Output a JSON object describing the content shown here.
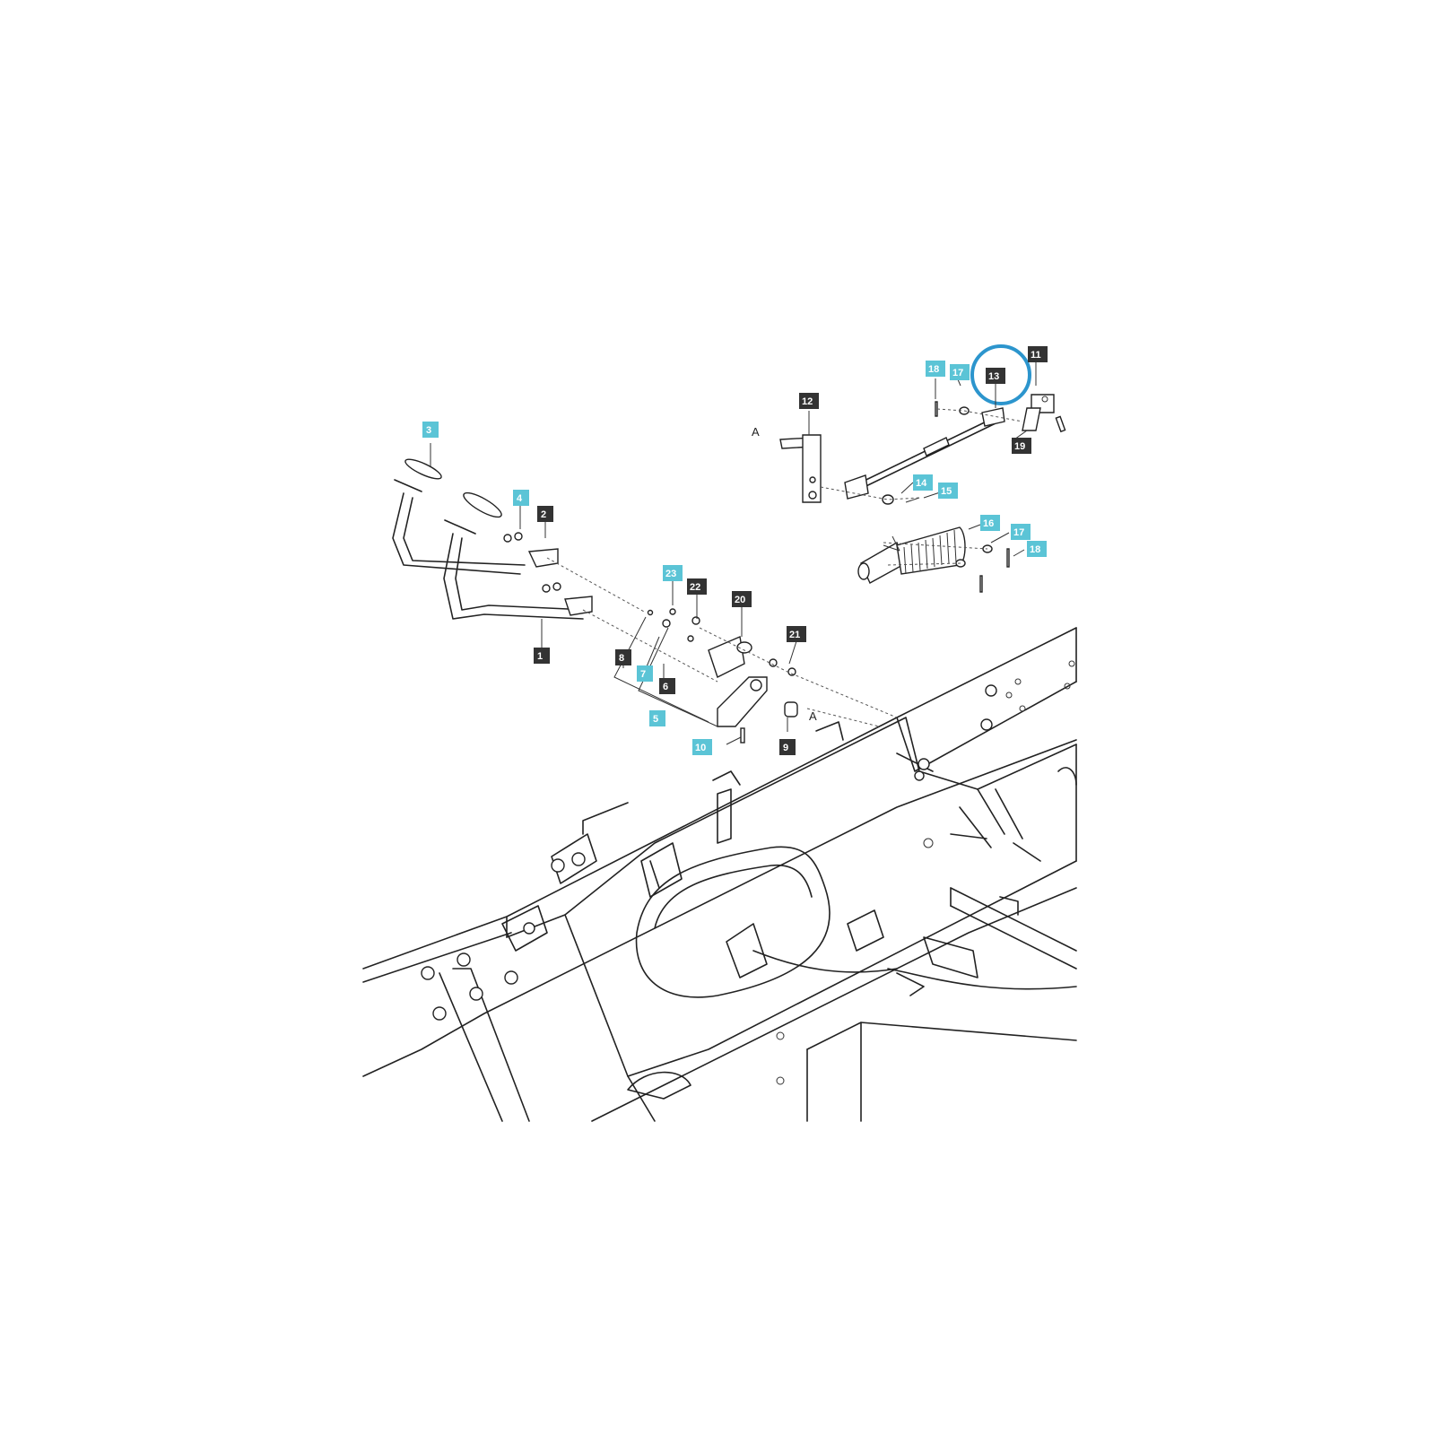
{
  "colors": {
    "callout_dark": "#333333",
    "callout_blue": "#5bc4d6",
    "highlight_ring": "#2c95cd",
    "line": "#222222"
  },
  "highlighted_part": "13",
  "callouts": [
    {
      "id": "c1",
      "label": "1",
      "style": "dark"
    },
    {
      "id": "c2",
      "label": "2",
      "style": "dark"
    },
    {
      "id": "c3",
      "label": "3",
      "style": "blue"
    },
    {
      "id": "c4",
      "label": "4",
      "style": "blue"
    },
    {
      "id": "c5",
      "label": "5",
      "style": "blue"
    },
    {
      "id": "c6",
      "label": "6",
      "style": "dark"
    },
    {
      "id": "c7",
      "label": "7",
      "style": "blue"
    },
    {
      "id": "c8",
      "label": "8",
      "style": "dark"
    },
    {
      "id": "c9",
      "label": "9",
      "style": "dark"
    },
    {
      "id": "c10",
      "label": "10",
      "style": "blue"
    },
    {
      "id": "c11",
      "label": "11",
      "style": "dark"
    },
    {
      "id": "c12",
      "label": "12",
      "style": "dark"
    },
    {
      "id": "c13",
      "label": "13",
      "style": "dark"
    },
    {
      "id": "c14",
      "label": "14",
      "style": "blue"
    },
    {
      "id": "c15",
      "label": "15",
      "style": "blue"
    },
    {
      "id": "c16",
      "label": "16",
      "style": "blue"
    },
    {
      "id": "c17a",
      "label": "17",
      "style": "blue"
    },
    {
      "id": "c17b",
      "label": "17",
      "style": "blue"
    },
    {
      "id": "c18a",
      "label": "18",
      "style": "blue"
    },
    {
      "id": "c18b",
      "label": "18",
      "style": "blue"
    },
    {
      "id": "c19",
      "label": "19",
      "style": "dark"
    },
    {
      "id": "c20",
      "label": "20",
      "style": "dark"
    },
    {
      "id": "c21",
      "label": "21",
      "style": "dark"
    },
    {
      "id": "c22",
      "label": "22",
      "style": "dark"
    },
    {
      "id": "c23",
      "label": "23",
      "style": "blue"
    }
  ],
  "reference_letters": [
    {
      "id": "a1",
      "label": "A"
    },
    {
      "id": "a2",
      "label": "A"
    }
  ]
}
